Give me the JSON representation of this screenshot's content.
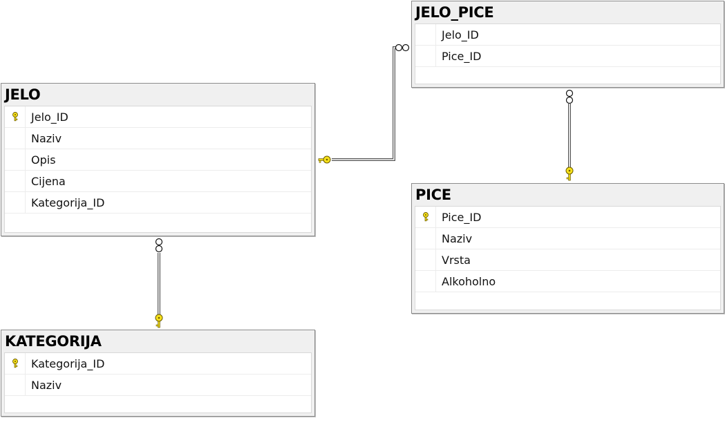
{
  "tables": {
    "jelo": {
      "name": "JELO",
      "columns": [
        {
          "name": "Jelo_ID",
          "primary_key": true
        },
        {
          "name": "Naziv",
          "primary_key": false
        },
        {
          "name": "Opis",
          "primary_key": false
        },
        {
          "name": "Cijena",
          "primary_key": false
        },
        {
          "name": "Kategorija_ID",
          "primary_key": false
        }
      ]
    },
    "jelo_pice": {
      "name": "JELO_PICE",
      "columns": [
        {
          "name": "Jelo_ID",
          "primary_key": false
        },
        {
          "name": "Pice_ID",
          "primary_key": false
        }
      ]
    },
    "pice": {
      "name": "PICE",
      "columns": [
        {
          "name": "Pice_ID",
          "primary_key": true
        },
        {
          "name": "Naziv",
          "primary_key": false
        },
        {
          "name": "Vrsta",
          "primary_key": false
        },
        {
          "name": "Alkoholno",
          "primary_key": false
        }
      ]
    },
    "kategorija": {
      "name": "KATEGORIJA",
      "columns": [
        {
          "name": "Kategorija_ID",
          "primary_key": true
        },
        {
          "name": "Naziv",
          "primary_key": false
        }
      ]
    }
  },
  "relationships": [
    {
      "from": "JELO",
      "to": "JELO_PICE",
      "one_end": "key-icon",
      "many_end": "infinity-icon"
    },
    {
      "from": "PICE",
      "to": "JELO_PICE",
      "one_end": "key-icon",
      "many_end": "infinity-icon"
    },
    {
      "from": "KATEGORIJA",
      "to": "JELO",
      "one_end": "key-icon",
      "many_end": "infinity-icon"
    }
  ],
  "colors": {
    "key_fill": "#f7e11a",
    "key_stroke": "#6a5a00",
    "title_bar": "#f0f0f0",
    "border": "#8c8c8c"
  }
}
